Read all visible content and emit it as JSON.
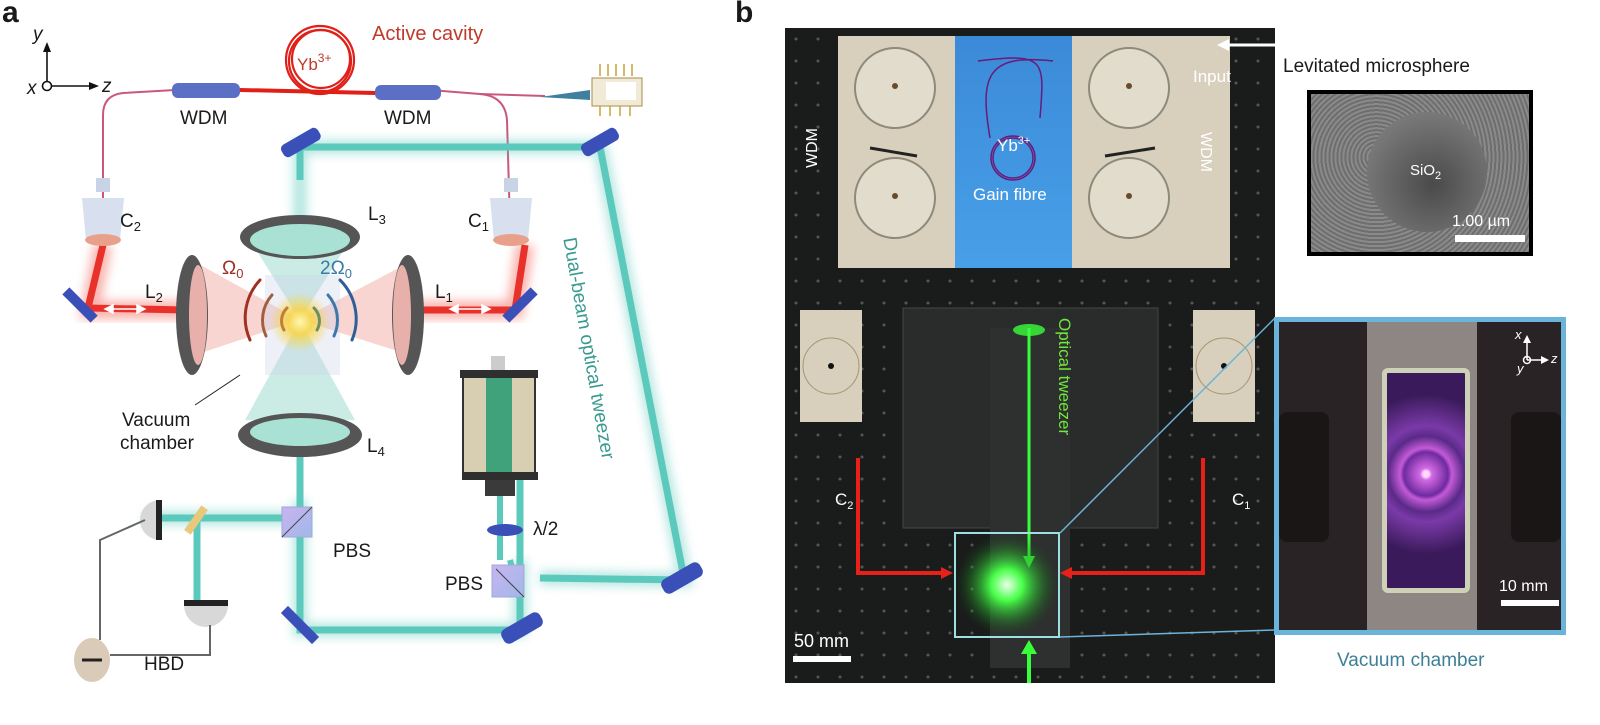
{
  "panel_a": {
    "label": "a",
    "axes": {
      "x": "x",
      "y": "y",
      "z": "z"
    },
    "title_active_cavity": "Active cavity",
    "gain_ion": {
      "base": "Yb",
      "sup": "3+"
    },
    "wdm_left": "WDM",
    "wdm_right": "WDM",
    "collimator_c2": {
      "base": "C",
      "sub": "2"
    },
    "collimator_c1": {
      "base": "C",
      "sub": "1"
    },
    "lens_l1": {
      "base": "L",
      "sub": "1"
    },
    "lens_l2": {
      "base": "L",
      "sub": "2"
    },
    "lens_l3": {
      "base": "L",
      "sub": "3"
    },
    "lens_l4": {
      "base": "L",
      "sub": "4"
    },
    "omega_left": {
      "base": "Ω",
      "sub": "0"
    },
    "omega_right": {
      "base": "2Ω",
      "sub": "0"
    },
    "vacuum_line1": "Vacuum",
    "vacuum_line2": "chamber",
    "dual_beam": "Dual-beam optical tweezer",
    "halfwave": "λ/2",
    "pbs_left": "PBS",
    "pbs_right": "PBS",
    "hbd": "HBD",
    "colors": {
      "red_beam": "#e8312a",
      "teal_beam": "#5cc9bd",
      "mirror_blue": "#3b4fb8",
      "wdm_blue": "#5b6fc4",
      "active_text": "#c0392b",
      "omega_red": "#a0302a",
      "omega_blue": "#3a7aa8",
      "tweezer_text": "#3a9a90"
    }
  },
  "panel_b": {
    "label": "b",
    "input": "Input",
    "wdm_left": "WDM",
    "wdm_right": "WDM",
    "gain_ion": {
      "base": "Yb",
      "sup": "3+"
    },
    "gain_fibre": "Gain fibre",
    "optical_tweezer": "Optical tweezer",
    "c2": {
      "base": "C",
      "sub": "2"
    },
    "c1": {
      "base": "C",
      "sub": "1"
    },
    "scale_bar": "50 mm",
    "microsphere_title": "Levitated microsphere",
    "microsphere_material": {
      "base": "SiO",
      "sub": "2"
    },
    "microsphere_scale": "1.00 µm",
    "chamber_axes": {
      "x": "x",
      "y": "y",
      "z": "z"
    },
    "chamber_scale": "10 mm",
    "chamber_caption": "Vacuum chamber",
    "colors": {
      "frame_blue": "#6ab4dc",
      "caption": "#3d7f96",
      "green_laser": "#39ff3a",
      "gain_blue": "#3f8fd8"
    }
  }
}
